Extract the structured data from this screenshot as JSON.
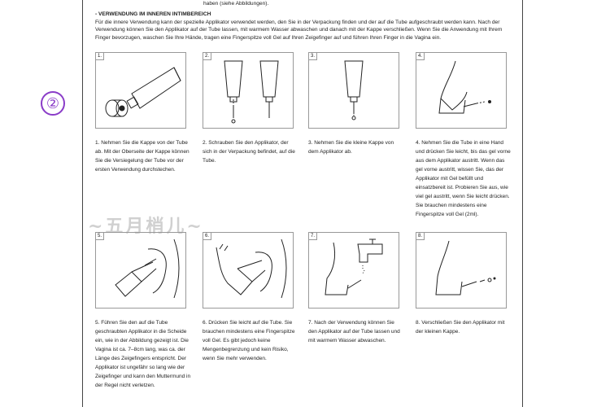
{
  "header": {
    "top_line": "haben (siehe Abbildungen).",
    "section_title": "- VERWENDUNG IM INNEREN INTIMBEREICH",
    "intro": "Für die innere Verwendung kann der spezielle Applikator verwendet werden, den Sie in der Verpackung finden und der auf die Tube aufgeschraubt werden kann. Nach der Verwendung können Sie den Applikator auf der Tube lassen, mit warmem Wasser abwaschen und danach mit der Kappe verschließen. Wenn Sie die Anwendung mit Ihrem Finger bevorzugen, waschen Sie Ihre Hände, tragen eine Fingerspitze voll Gel auf Ihren Zeigefinger auf und führen Ihren Finger in die Vagina ein."
  },
  "page_marker": "②",
  "watermark": "~五月梢儿~",
  "steps": [
    {
      "num": "1.",
      "caption": "1. Nehmen Sie die Kappe von der Tube ab. Mit der Oberseite der Kappe können Sie die Versiegelung der Tube vor der ersten Verwendung durchstechen."
    },
    {
      "num": "2.",
      "caption": "2. Schrauben Sie den Applikator, der sich in der Verpackung befindet, auf die Tube."
    },
    {
      "num": "3.",
      "caption": "3. Nehmen Sie die kleine Kappe von dem Applikator ab."
    },
    {
      "num": "4.",
      "caption": "4. Nehmen Sie die Tube in eine Hand und drücken Sie leicht, bis das gel vorne aus dem Applikator austritt. Wenn das gel vorne austritt, wissen Sie, das der Applikator mit Gel befüllt und einsatzbereit ist. Probieren Sie aus, wie viel gel austritt, wenn Sie leicht drücken. Sie brauchen mindestens eine Fingerspitze voll Gel (2ml)."
    },
    {
      "num": "5.",
      "caption": "5. Führen Sie den auf die Tube geschraubten Applikator in die Scheide ein, wie in der Abbildung gezeigt ist. Die Vagina ist ca. 7–8cm lang, was ca. der Länge des Zeigefingers entspricht. Der Applikator ist ungefähr so lang wie der Zeigefinger und kann den Muttermund in der Regel nicht verletzen."
    },
    {
      "num": "6.",
      "caption": "6. Drücken Sie leicht auf die Tube. Sie brauchen mindestens eine Fingerspitze voll Gel. Es gibt jedoch keine Mengenbegrenzung und kein Risiko, wenn Sie mehr verwenden."
    },
    {
      "num": "7.",
      "caption": "7. Nach der Verwendung können Sie den Applikator auf der Tube lassen und mit warmem Wasser abwaschen."
    },
    {
      "num": "8.",
      "caption": "8. Verschließen Sie den Applikator mit der kleinen Kappe."
    }
  ]
}
